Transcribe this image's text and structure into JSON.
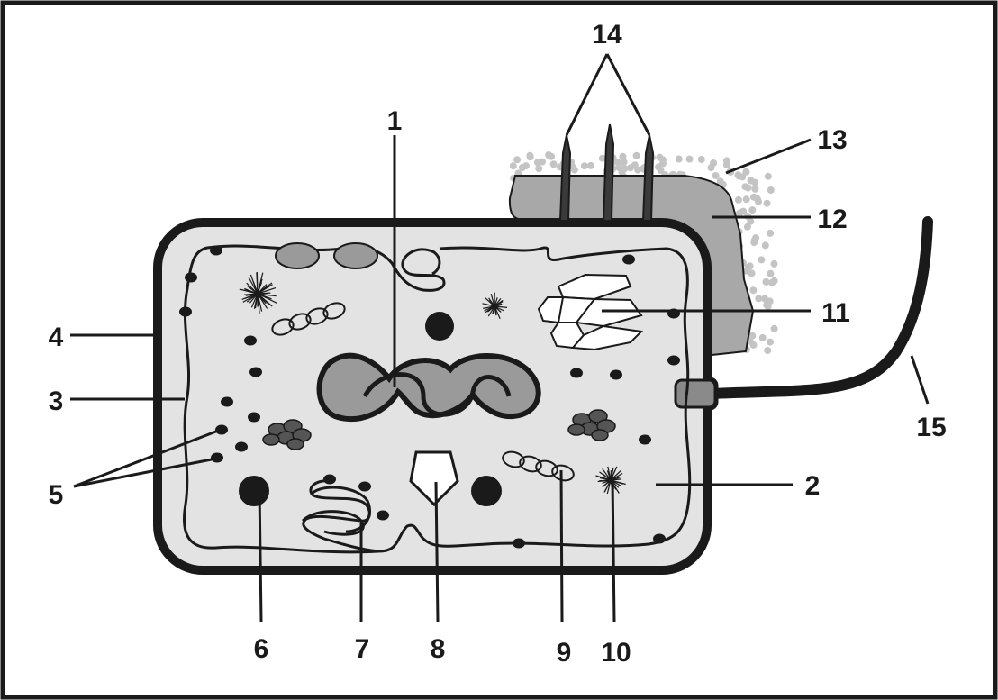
{
  "colors": {
    "outline": "#1a1a1a",
    "cytoplasm": "#e3e3e3",
    "organelle": "#9a9a9a",
    "capsule": "#a8a8a8",
    "slime_dots": "#c4c4c4",
    "background": "#ffffff"
  },
  "labels": [
    {
      "id": "1",
      "text": "1"
    },
    {
      "id": "2",
      "text": "2"
    },
    {
      "id": "3",
      "text": "3"
    },
    {
      "id": "4",
      "text": "4"
    },
    {
      "id": "5",
      "text": "5"
    },
    {
      "id": "6",
      "text": "6"
    },
    {
      "id": "7",
      "text": "7"
    },
    {
      "id": "8",
      "text": "8"
    },
    {
      "id": "9",
      "text": "9"
    },
    {
      "id": "10",
      "text": "10"
    },
    {
      "id": "11",
      "text": "11"
    },
    {
      "id": "12",
      "text": "12"
    },
    {
      "id": "13",
      "text": "13"
    },
    {
      "id": "14",
      "text": "14"
    },
    {
      "id": "15",
      "text": "15"
    }
  ]
}
